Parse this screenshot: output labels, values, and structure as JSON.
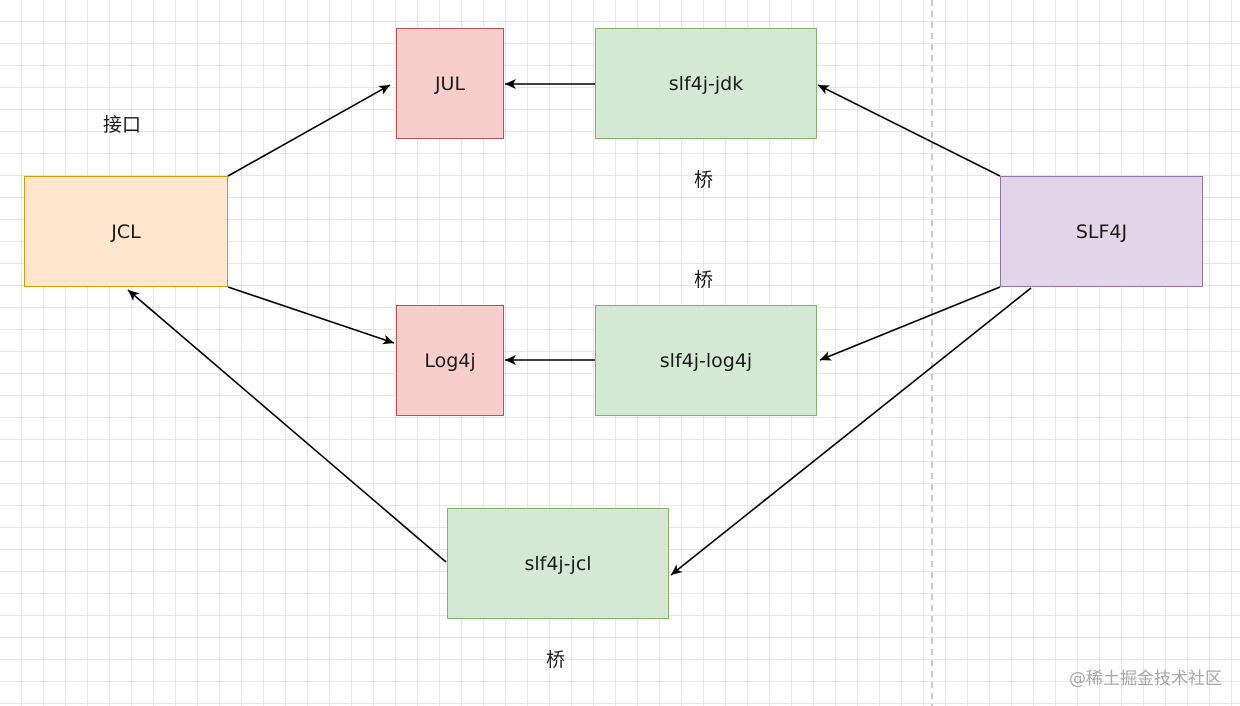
{
  "nodes": {
    "jcl": {
      "label": "JCL",
      "fill": "#ffe6cc",
      "stroke": "#d79b00"
    },
    "jul": {
      "label": "JUL",
      "fill": "#f8cecc",
      "stroke": "#b85450"
    },
    "log4j": {
      "label": "Log4j",
      "fill": "#f8cecc",
      "stroke": "#b85450"
    },
    "slf4j_jdk": {
      "label": "slf4j-jdk",
      "fill": "#d5e8d4",
      "stroke": "#82b366"
    },
    "slf4j_log4j": {
      "label": "slf4j-log4j",
      "fill": "#d5e8d4",
      "stroke": "#82b366"
    },
    "slf4j_jcl": {
      "label": "slf4j-jcl",
      "fill": "#d5e8d4",
      "stroke": "#82b366"
    },
    "slf4j": {
      "label": "SLF4J",
      "fill": "#e1d5e7",
      "stroke": "#9673a6"
    }
  },
  "labels": {
    "interface": "接口",
    "bridge_top": "桥",
    "bridge_middle": "桥",
    "bridge_bottom": "桥"
  },
  "edges": [
    {
      "from": "jcl",
      "to": "jul"
    },
    {
      "from": "jcl",
      "to": "log4j"
    },
    {
      "from": "slf4j_jdk",
      "to": "jul"
    },
    {
      "from": "slf4j_log4j",
      "to": "log4j"
    },
    {
      "from": "slf4j",
      "to": "slf4j_jdk"
    },
    {
      "from": "slf4j",
      "to": "slf4j_log4j"
    },
    {
      "from": "slf4j",
      "to": "slf4j_jcl"
    },
    {
      "from": "slf4j_jcl",
      "to": "jcl"
    }
  ],
  "watermark": "@稀土掘金技术社区"
}
